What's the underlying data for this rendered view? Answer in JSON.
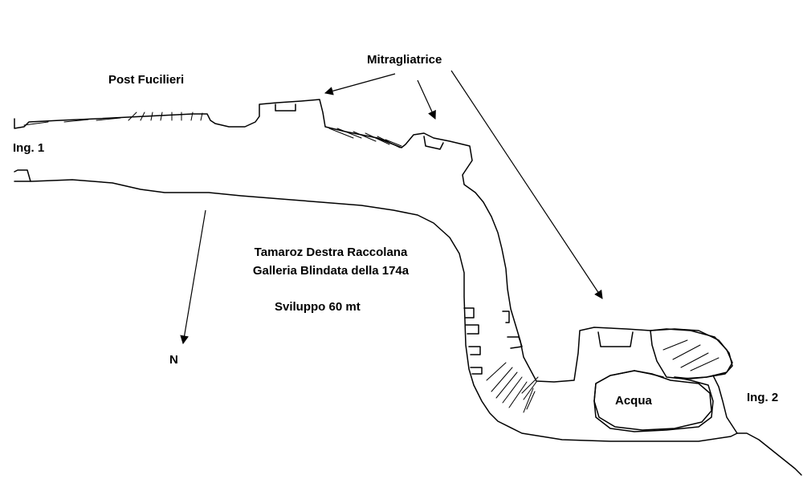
{
  "labels": {
    "post_fucilieri": "Post Fucilieri",
    "mitragliatrice": "Mitragliatrice",
    "ing1": "Ing. 1",
    "ing2": "Ing. 2",
    "title_line1": "Tamaroz Destra Raccolana",
    "title_line2": "Galleria Blindata della 174a",
    "sviluppo": "Sviluppo 60 mt",
    "north": "N",
    "acqua": "Acqua"
  },
  "colors": {
    "ink": "#000000",
    "paper": "#ffffff"
  }
}
